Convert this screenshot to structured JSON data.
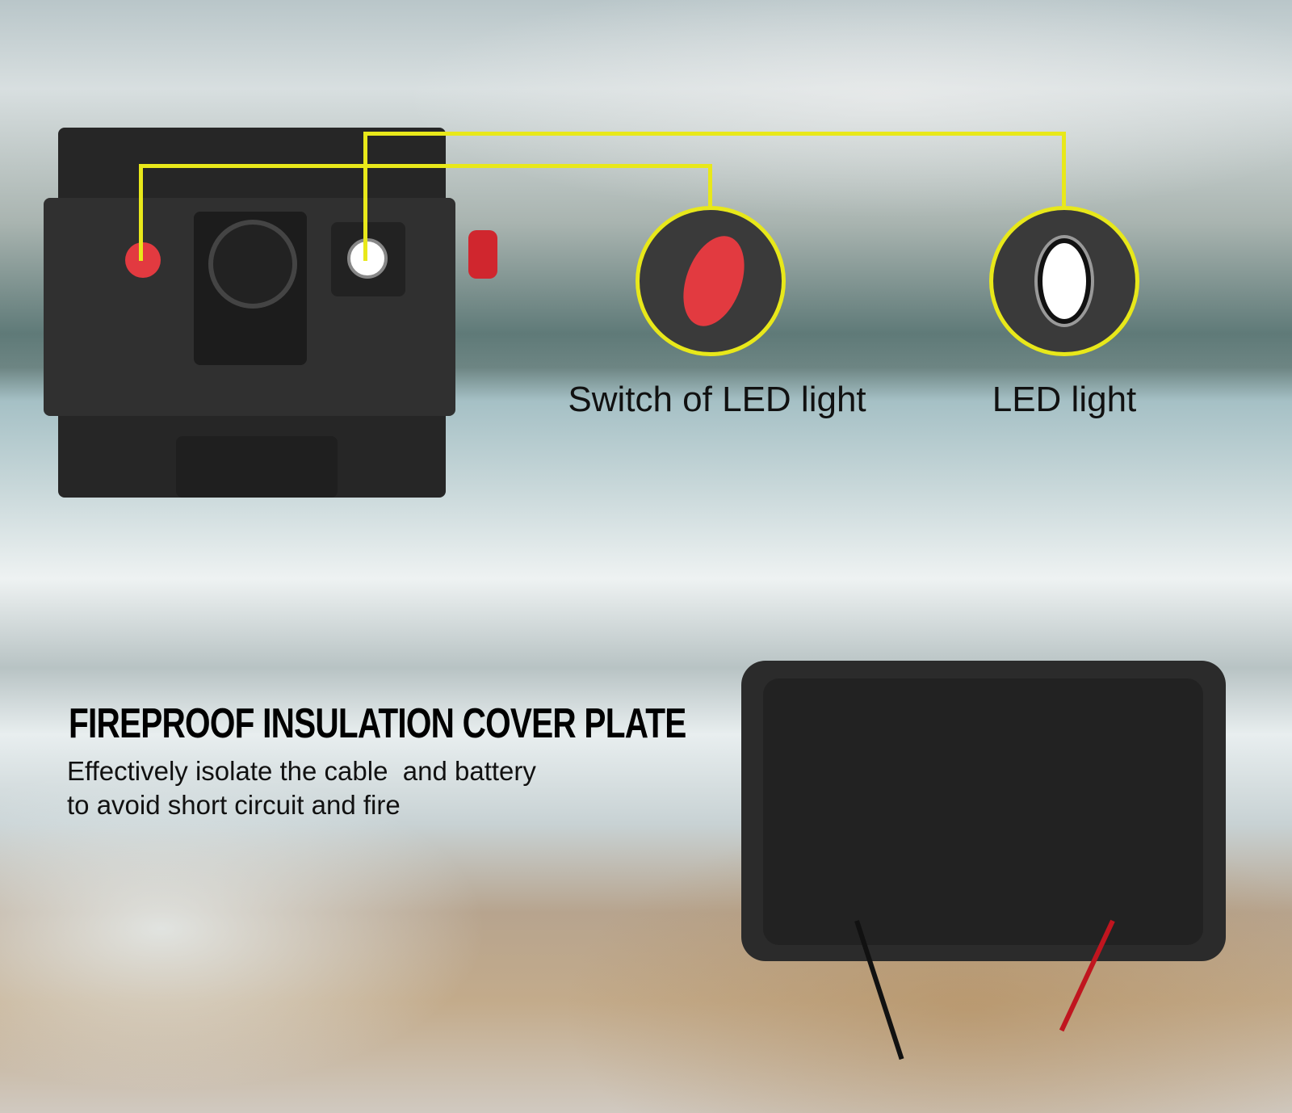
{
  "callouts": [
    {
      "label": "Switch of LED light"
    },
    {
      "label": "LED light"
    }
  ],
  "cover": {
    "title": "FIREPROOF INSULATION COVER PLATE",
    "line1": "Effectively isolate the cable  and battery",
    "line2": "to avoid short circuit and fire"
  },
  "colors": {
    "accent": "#e8e81a",
    "switch": "#e23a40"
  }
}
